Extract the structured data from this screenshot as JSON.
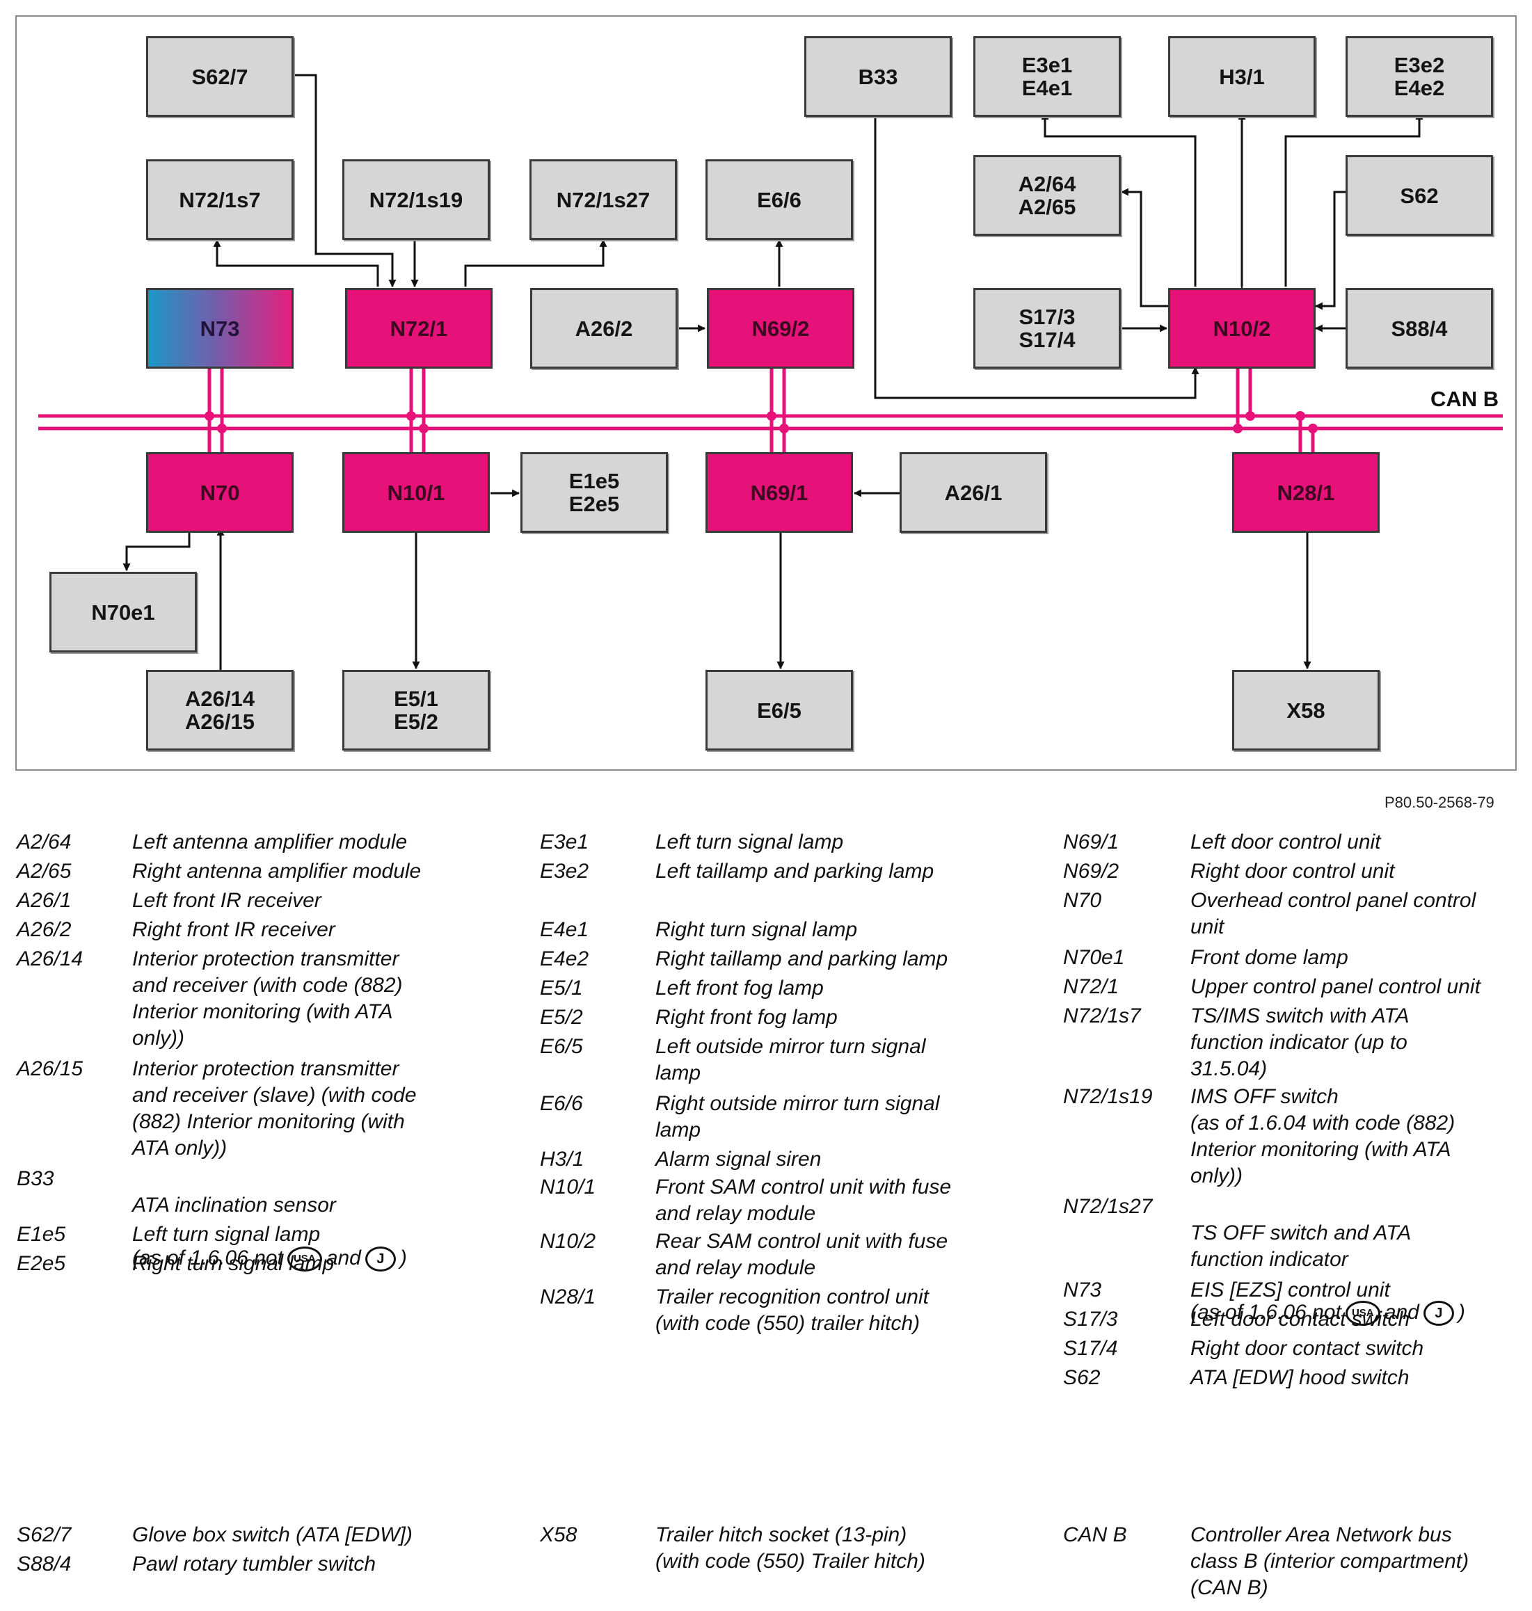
{
  "figure_ref": "P80.50-2568-79",
  "can_label": "CAN B",
  "boxes": {
    "s62_7": [
      "S62/7"
    ],
    "n72_1s7": [
      "N72/1s7"
    ],
    "n72_1s19": [
      "N72/1s19"
    ],
    "n72_1s27": [
      "N72/1s27"
    ],
    "e6_6": [
      "E6/6"
    ],
    "b33": [
      "B33"
    ],
    "e3e1_e4e1": [
      "E3e1",
      "E4e1"
    ],
    "h3_1": [
      "H3/1"
    ],
    "e3e2_e4e2": [
      "E3e2",
      "E4e2"
    ],
    "a2_64_65": [
      "A2/64",
      "A2/65"
    ],
    "s62": [
      "S62"
    ],
    "n73": [
      "N73"
    ],
    "n72_1": [
      "N72/1"
    ],
    "a26_2": [
      "A26/2"
    ],
    "n69_2": [
      "N69/2"
    ],
    "s17_3_4": [
      "S17/3",
      "S17/4"
    ],
    "n10_2": [
      "N10/2"
    ],
    "s88_4": [
      "S88/4"
    ],
    "n70": [
      "N70"
    ],
    "n10_1": [
      "N10/1"
    ],
    "e1e5_e2e5": [
      "E1e5",
      "E2e5"
    ],
    "n69_1": [
      "N69/1"
    ],
    "a26_1": [
      "A26/1"
    ],
    "n28_1": [
      "N28/1"
    ],
    "n70e1": [
      "N70e1"
    ],
    "a26_14_15": [
      "A26/14",
      "A26/15"
    ],
    "e5_1_2": [
      "E5/1",
      "E5/2"
    ],
    "e6_5": [
      "E6/5"
    ],
    "x58": [
      "X58"
    ]
  },
  "badges": {
    "usa": "USA",
    "j": "J",
    "and": "and"
  },
  "legend": {
    "col1": [
      {
        "code": "A2/64",
        "desc": "Left antenna amplifier module"
      },
      {
        "code": "A2/65",
        "desc": "Right antenna amplifier module"
      },
      {
        "code": "A26/1",
        "desc": "Left front IR receiver"
      },
      {
        "code": "A26/2",
        "desc": "Right front IR receiver"
      },
      {
        "code": "A26/14",
        "desc": "Interior protection transmitter\nand receiver (with code (882)\nInterior monitoring (with ATA\nonly))"
      },
      {
        "code": "A26/15",
        "desc": "Interior protection transmitter\nand receiver (slave) (with code\n(882) Interior monitoring (with\nATA only))"
      },
      {
        "code": "B33",
        "desc": "ATA inclination sensor",
        "desc2": "(as of 1.6.06 not"
      },
      {
        "code": "E1e5",
        "desc": "Left turn signal lamp"
      },
      {
        "code": "E2e5",
        "desc": "Right turn signal lamp"
      }
    ],
    "col2": [
      {
        "code": "E3e1",
        "desc": "Left turn signal lamp"
      },
      {
        "code": "E3e2",
        "desc": "Left taillamp and parking lamp"
      },
      {
        "code": "E4e1",
        "desc": "Right turn signal lamp"
      },
      {
        "code": "E4e2",
        "desc": "Right taillamp and parking lamp"
      },
      {
        "code": "E5/1",
        "desc": "Left front fog lamp"
      },
      {
        "code": "E5/2",
        "desc": "Right front fog lamp"
      },
      {
        "code": "E6/5",
        "desc": "Left outside mirror turn signal\nlamp"
      },
      {
        "code": "E6/6",
        "desc": "Right outside mirror turn signal\nlamp"
      },
      {
        "code": "H3/1",
        "desc": "Alarm signal siren"
      },
      {
        "code": "N10/1",
        "desc": "Front SAM control unit with fuse\nand relay module"
      },
      {
        "code": "N10/2",
        "desc": "Rear SAM control unit with fuse\nand relay module"
      },
      {
        "code": "N28/1",
        "desc": "Trailer recognition control unit\n(with code (550) trailer hitch)"
      }
    ],
    "col3": [
      {
        "code": "N69/1",
        "desc": "Left door control unit"
      },
      {
        "code": "N69/2",
        "desc": "Right door control unit"
      },
      {
        "code": "N70",
        "desc": "Overhead control panel control\nunit"
      },
      {
        "code": "N70e1",
        "desc": "Front dome lamp"
      },
      {
        "code": "N72/1",
        "desc": "Upper control panel control unit"
      },
      {
        "code": "N72/1s7",
        "desc": "TS/IMS switch with ATA\nfunction indicator (up to\n31.5.04)"
      },
      {
        "code": "N72/1s19",
        "desc": "IMS OFF switch\n(as of 1.6.04 with code (882)\nInterior monitoring (with ATA\nonly))"
      },
      {
        "code": "N72/1s27",
        "desc": "TS OFF switch and ATA\nfunction indicator",
        "desc2": "(as of 1.6.06 not"
      },
      {
        "code": "N73",
        "desc": "EIS [EZS] control unit"
      },
      {
        "code": "S17/3",
        "desc": "Left door contact switch"
      },
      {
        "code": "S17/4",
        "desc": "Right door contact switch"
      },
      {
        "code": "S62",
        "desc": "ATA [EDW] hood switch"
      }
    ],
    "bottom": [
      {
        "code": "S62/7",
        "desc": "Glove box switch (ATA [EDW])"
      },
      {
        "code": "S88/4",
        "desc": "Pawl rotary tumbler switch"
      },
      {
        "code": "X58",
        "desc": "Trailer hitch socket (13-pin)\n(with code (550) Trailer hitch)"
      },
      {
        "code": "CAN B",
        "desc": "Controller Area Network bus\nclass B (interior compartment)\n(CAN B)"
      }
    ]
  },
  "colors": {
    "control_unit": "#e6127a",
    "component": "#d6d6d6",
    "can_bus": "#e6127a",
    "n73_gradient_start": "#1c97c9",
    "n73_gradient_end": "#e61f7e",
    "wire": "#111111"
  }
}
